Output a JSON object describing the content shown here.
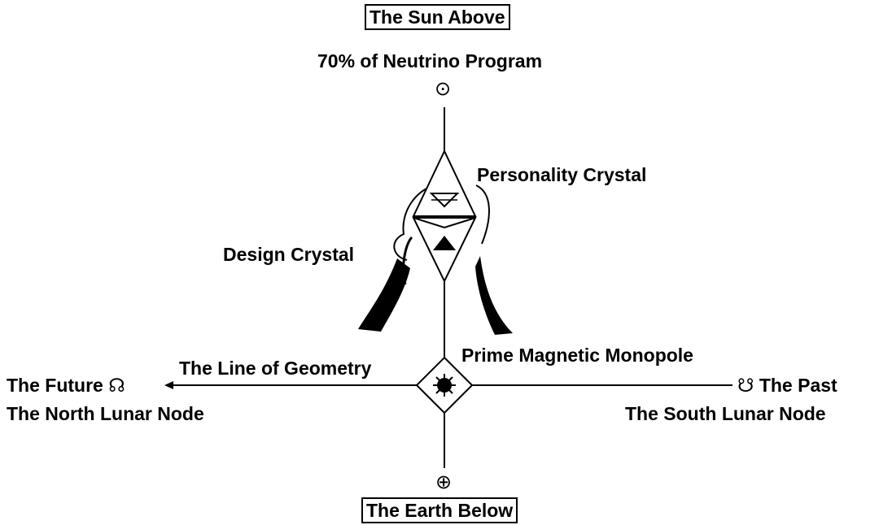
{
  "labels": {
    "sun_above": "The Sun Above",
    "neutrino": "70% of Neutrino Program",
    "personality_crystal": "Personality Crystal",
    "design_crystal": "Design Crystal",
    "monopole": "Prime Magnetic Monopole",
    "line_of_geometry": "The Line of Geometry",
    "future": "The Future",
    "north_node": "The North Lunar Node",
    "past": "The Past",
    "south_node": "The South Lunar Node",
    "earth_below": "The Earth Below"
  },
  "symbols": {
    "sun": "⊙",
    "earth": "⊕",
    "north_node": "☊",
    "south_node": "☋"
  },
  "icons": [
    "sun-symbol-icon",
    "earth-symbol-icon",
    "north-node-icon",
    "south-node-icon",
    "head-silhouette-icon",
    "octahedron-crystal-icon",
    "monopole-diamond-icon"
  ],
  "colors": {
    "ink": "#000000",
    "background": "#ffffff"
  }
}
